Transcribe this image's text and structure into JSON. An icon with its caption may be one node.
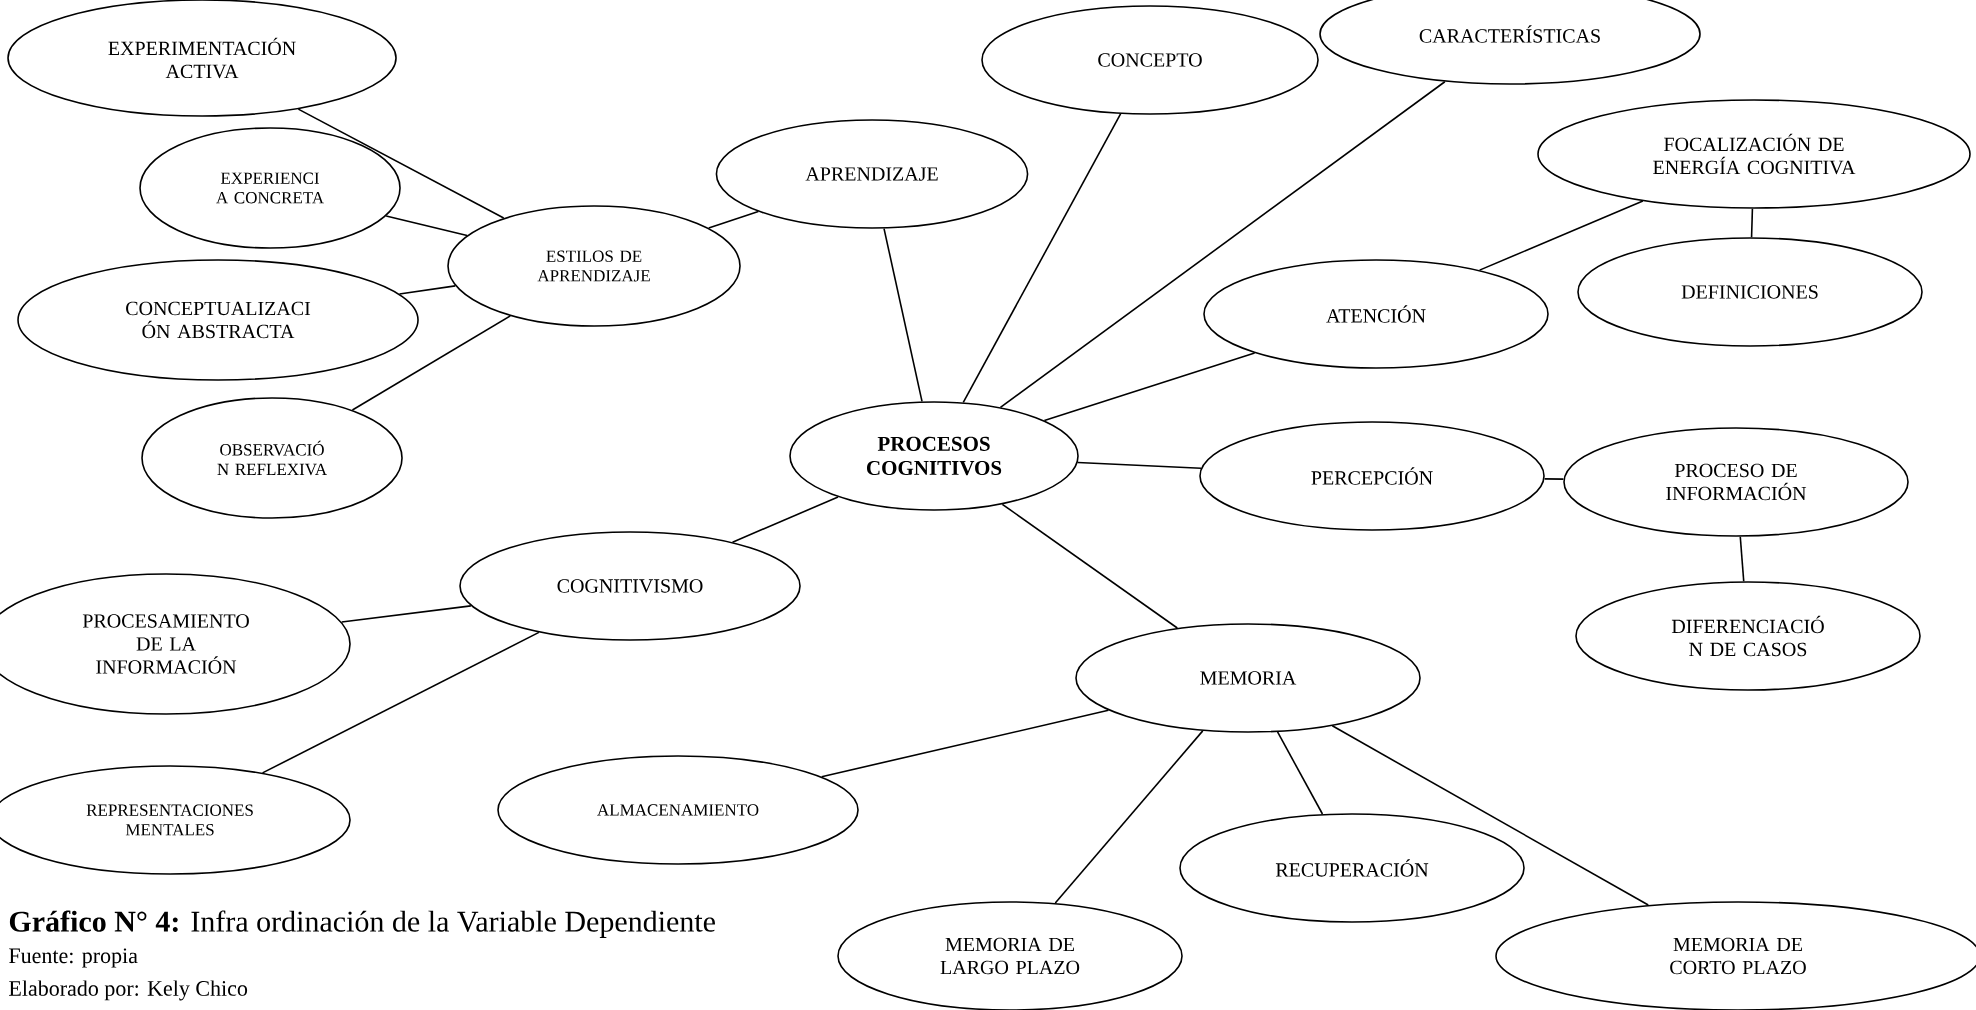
{
  "diagram": {
    "caption": "**Gráfico N°  4:** Infra ordinación de la Variable Dependiente",
    "nodes": [
      {
        "text": [
          "PROCESOS COGNITIVOS"
        ]
      },
      {
        "text": [
          "APRENDIZAJE"
        ]
      },
      {
        "text": [
          "ESTILOS DE APRENDIZAJE"
        ]
      },
      {
        "text": [
          "EXPERIMENTACIÓN ACTIVA"
        ]
      },
      {
        "text": [
          "EXPERIENCI A CONCRETA"
        ]
      },
      {
        "text": [
          "CONCEPTUALIZACI ÓN ABSTRACTA"
        ]
      },
      {
        "text": [
          "OBSERVACIÓ N REFLEXIVA"
        ]
      },
      {
        "text": [
          "CONCEPTO"
        ]
      },
      {
        "text": [
          "CARACTERÍSTICAS"
        ]
      },
      {
        "text": [
          "ATENCIÓN"
        ]
      },
      {
        "text": [
          "FOCALIZACIÓN DE ENERGÍA COGNITIVA"
        ]
      },
      {
        "text": [
          "DEFINICIONES"
        ]
      },
      {
        "text": [
          "PERCEPCIÓN"
        ]
      },
      {
        "text": [
          "PROCESO DE INFORMACIÓN"
        ]
      },
      {
        "text": [
          "DIFERENCIACIÓ N DE CASOS"
        ]
      },
      {
        "text": [
          "COGNITIVISMO"
        ]
      },
      {
        "text": [
          "PROCESAMIENTO DE LA INFORMACIÓN"
        ]
      },
      {
        "text": [
          "REPRESENTACIONES MENTALES"
        ]
      },
      {
        "text": [
          "MEMORIA"
        ]
      },
      {
        "text": [
          "ALMACENAMIENTO"
        ]
      },
      {
        "text": [
          "RECUPERACIÓN"
        ]
      },
      {
        "text": [
          "MEMORIA DE LARGO PLAZO"
        ]
      },
      {
        "text": [
          "MEMORIA DE CORTO PLAZO"
        ]
      }
    ],
    "edges": [
      {
        "from": 0,
        "to": 1,
        "arrow": "none"
      },
      {
        "from": 1,
        "to": 2,
        "arrow": "none"
      },
      {
        "from": 2,
        "to": 3,
        "arrow": "none"
      },
      {
        "from": 2,
        "to": 4,
        "arrow": "none"
      },
      {
        "from": 2,
        "to": 5,
        "arrow": "none"
      },
      {
        "from": 2,
        "to": 6,
        "arrow": "none"
      },
      {
        "from": 0,
        "to": 7,
        "arrow": "none"
      },
      {
        "from": 0,
        "to": 8,
        "arrow": "none"
      },
      {
        "from": 0,
        "to": 9,
        "arrow": "none"
      },
      {
        "from": 9,
        "to": 10,
        "arrow": "none"
      },
      {
        "from": 10,
        "to": 11,
        "arrow": "none"
      },
      {
        "from": 0,
        "to": 12,
        "arrow": "none"
      },
      {
        "from": 12,
        "to": 13,
        "arrow": "none"
      },
      {
        "from": 13,
        "to": 14,
        "arrow": "none"
      },
      {
        "from": 0,
        "to": 15,
        "arrow": "none"
      },
      {
        "from": 15,
        "to": 16,
        "arrow": "none"
      },
      {
        "from": 15,
        "to": 17,
        "arrow": "none"
      },
      {
        "from": 0,
        "to": 18,
        "arrow": "none"
      },
      {
        "from": 18,
        "to": 19,
        "arrow": "none"
      },
      {
        "from": 18,
        "to": 20,
        "arrow": "none"
      },
      {
        "from": 18,
        "to": 21,
        "arrow": "none"
      },
      {
        "from": 18,
        "to": 22,
        "arrow": "none"
      }
    ],
    "labels": [
      "Fuente: propia",
      "Elaborado por: Kely Chico"
    ]
  }
}
